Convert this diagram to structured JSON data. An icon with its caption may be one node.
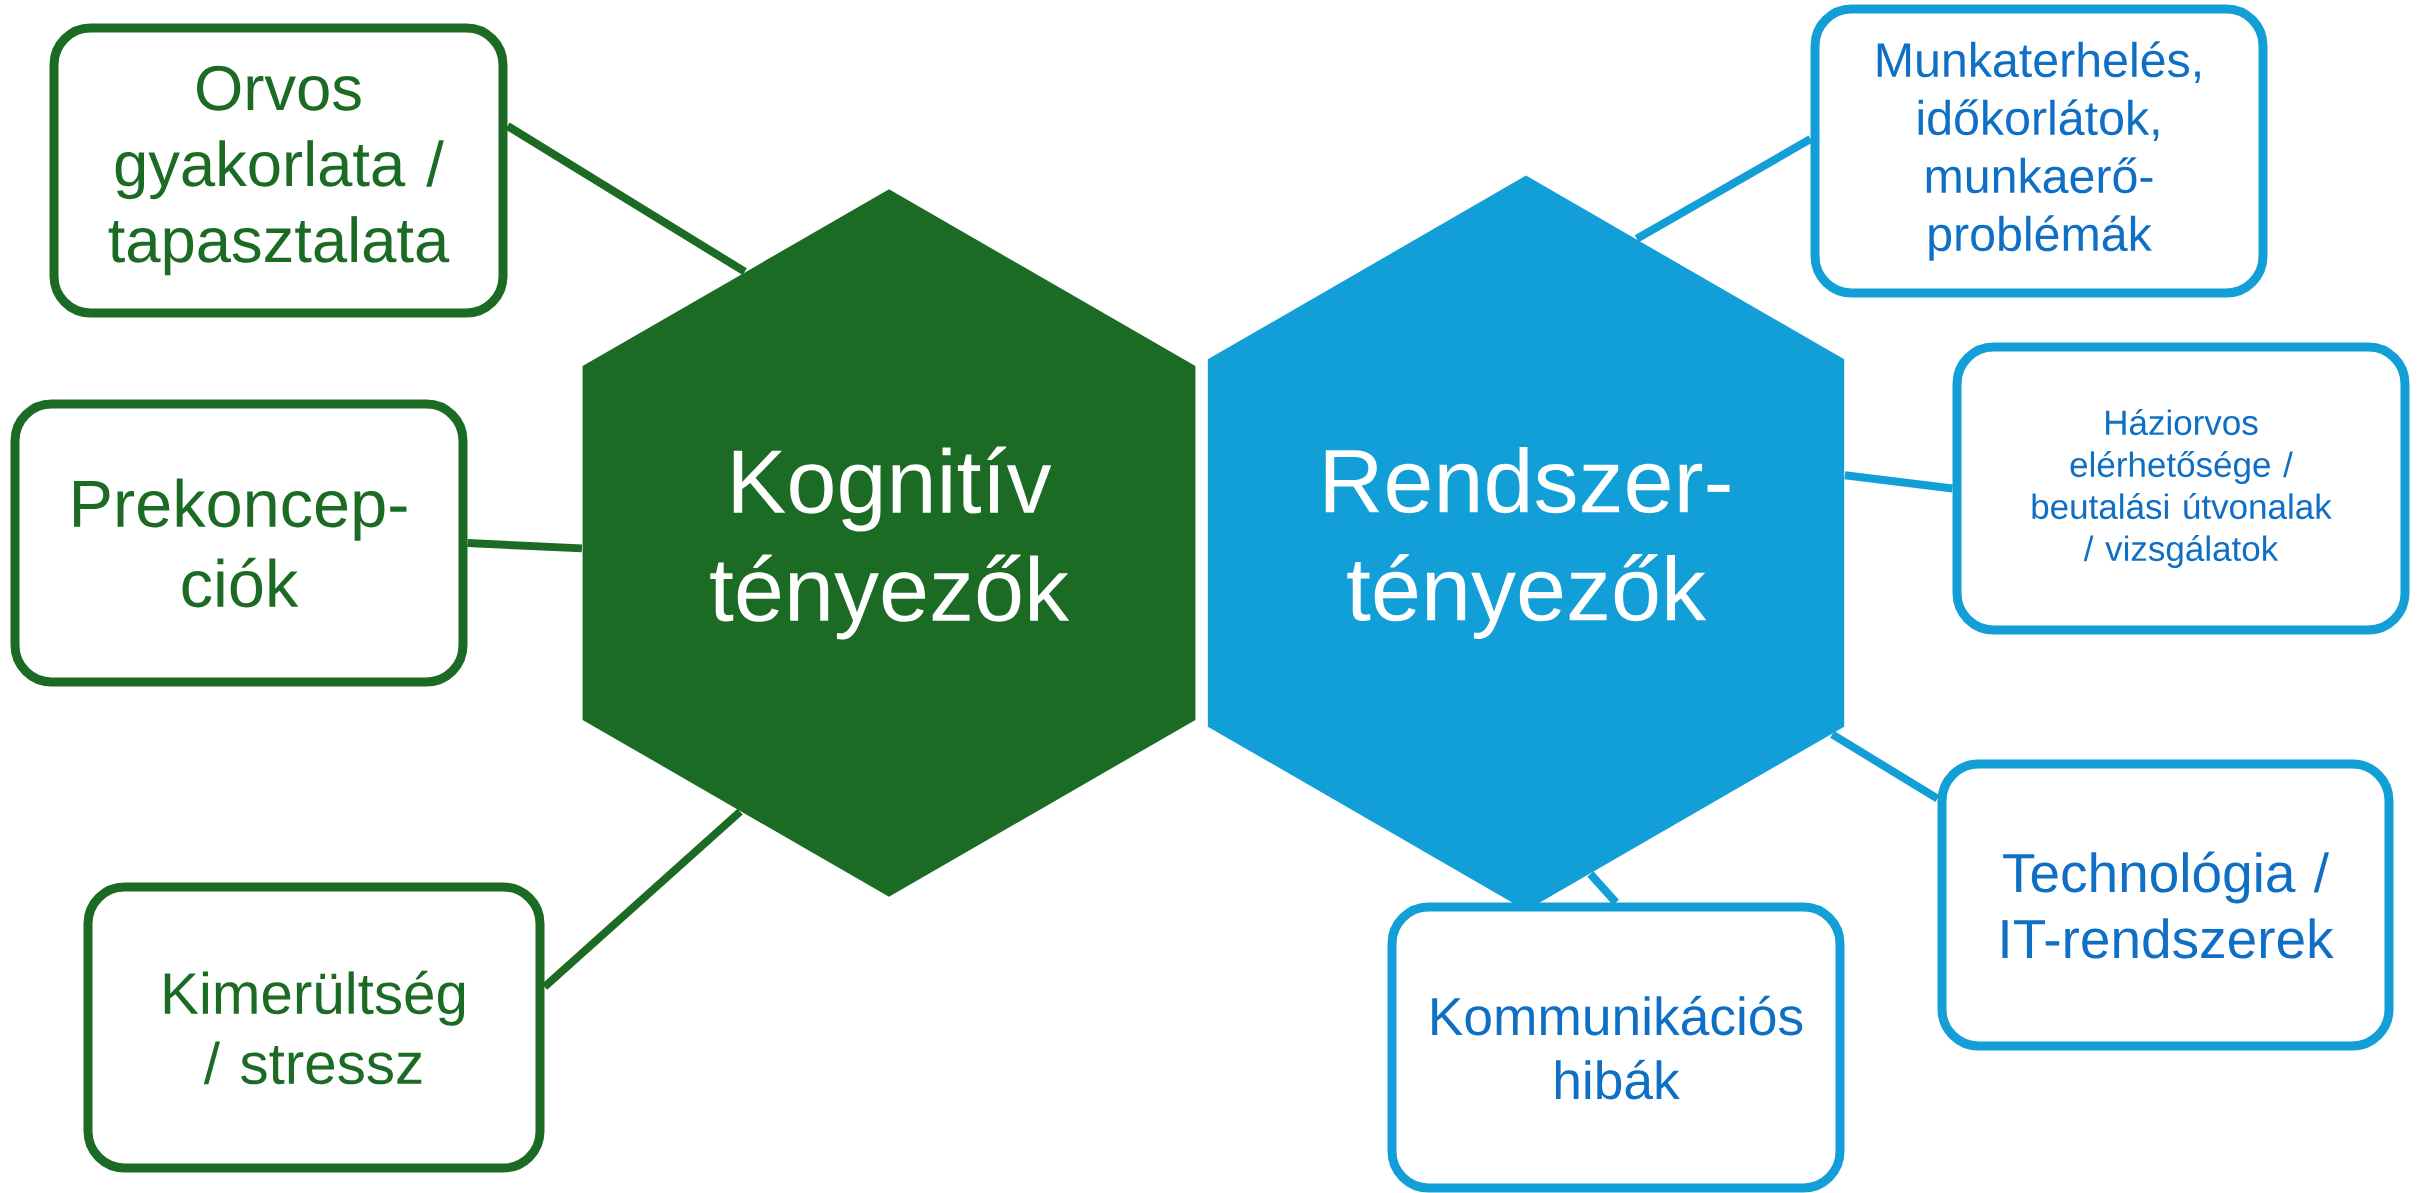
{
  "diagram": {
    "nodes": [
      {
        "text": [
          "Kognitív tényezők"
        ]
      },
      {
        "text": [
          "Orvos gyakorlata / tapasztalata"
        ]
      },
      {
        "text": [
          "Prekoncep- ciók"
        ]
      },
      {
        "text": [
          "Kimerültség / stressz"
        ]
      },
      {
        "text": [
          "Rendszer- tényezők"
        ]
      },
      {
        "text": [
          "Munkaterhelés, időkorlátok, munkaerő- problémák"
        ]
      },
      {
        "text": [
          "Háziorvos elérhetősége / beutalási útvonalak / vizsgálatok"
        ]
      },
      {
        "text": [
          "Technológia / IT-rendszerek"
        ]
      },
      {
        "text": [
          "Kommunikációs hibák"
        ]
      }
    ],
    "edges": [
      {
        "from": 0,
        "to": 1,
        "arrow": "none",
        "color": "#1b6b24"
      },
      {
        "from": 0,
        "to": 2,
        "arrow": "none",
        "color": "#1b6b24"
      },
      {
        "from": 0,
        "to": 3,
        "arrow": "none",
        "color": "#1b6b24"
      },
      {
        "from": 4,
        "to": 5,
        "arrow": "none"
      },
      {
        "from": 4,
        "to": 6,
        "arrow": "none"
      },
      {
        "from": 4,
        "to": 7,
        "arrow": "none"
      },
      {
        "from": 4,
        "to": 8,
        "arrow": "none"
      }
    ]
  }
}
